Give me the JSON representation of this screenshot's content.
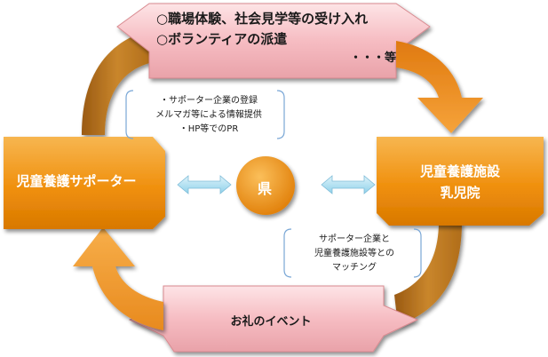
{
  "top_banner": {
    "line1": "○職場体験、社会見学等の受け入れ",
    "line2": "○ボランティアの派遣",
    "etc": "・・・等"
  },
  "info_top_left": {
    "lines": [
      "・サポーター企業の登録",
      "メルマガ等による情報提供",
      "・HP等でのPR"
    ]
  },
  "left_box": {
    "label": "児童養護サポーター"
  },
  "right_box": {
    "line1": "児童養護施設",
    "line2": "乳児院"
  },
  "center": {
    "label": "県"
  },
  "info_bottom_right": {
    "lines": [
      "サポーター企業と",
      "児童養護施設等との",
      "マッチング"
    ]
  },
  "bottom_banner": {
    "label": "お礼のイベント"
  },
  "colors": {
    "orange": "#f29a1a",
    "orange_dark": "#b55e00",
    "pink": "#f9c8cc",
    "pink_dark": "#d98a90",
    "brown": "#b87520",
    "cyan_arrow": "#a9dff0",
    "info_border": "#7aa7d6"
  }
}
